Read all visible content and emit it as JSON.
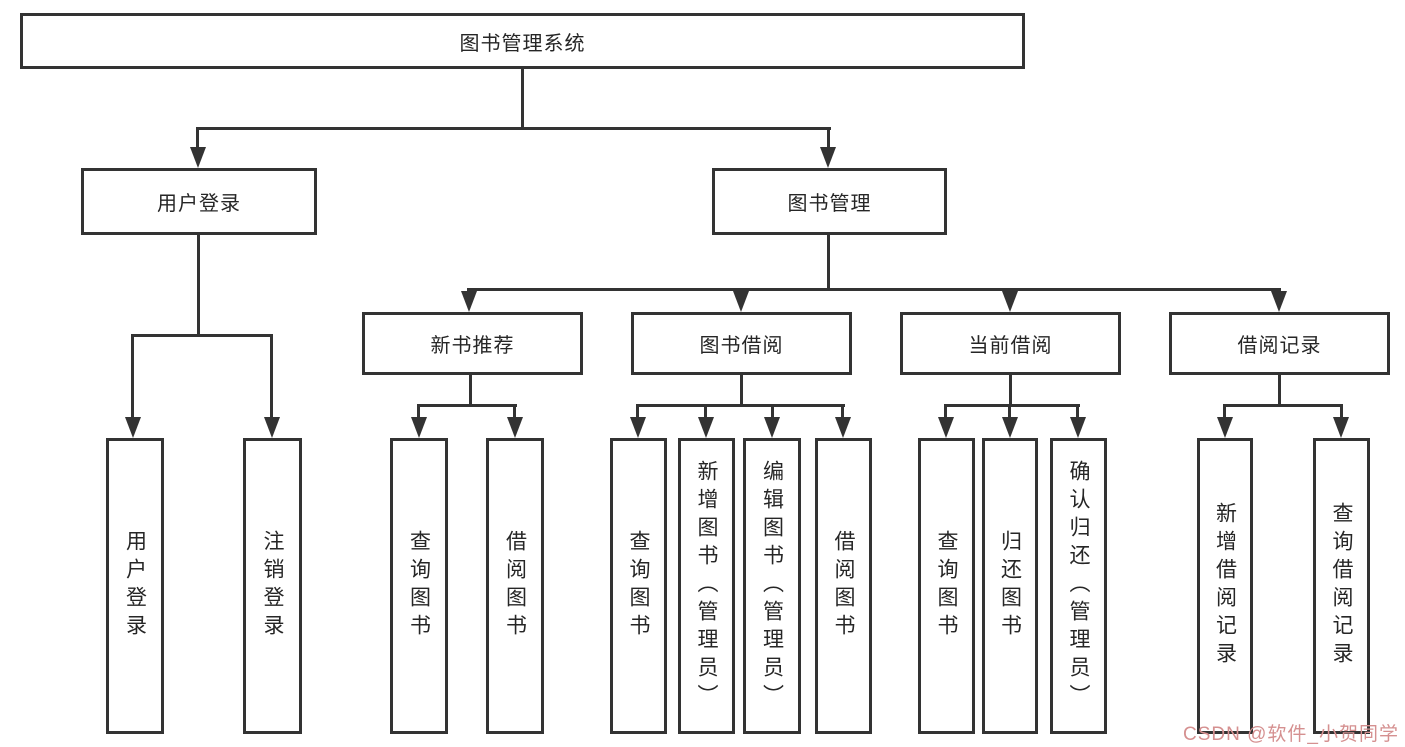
{
  "diagram_title": "图书管理系统",
  "nodes": {
    "root": {
      "label": "图书管理系统"
    },
    "level2": [
      {
        "label": "用户登录"
      },
      {
        "label": "图书管理"
      }
    ],
    "level3": [
      {
        "label": "新书推荐"
      },
      {
        "label": "图书借阅"
      },
      {
        "label": "当前借阅"
      },
      {
        "label": "借阅记录"
      }
    ],
    "leaves": [
      {
        "label": "用户登录"
      },
      {
        "label": "注销登录"
      },
      {
        "label": "查询图书"
      },
      {
        "label": "借阅图书"
      },
      {
        "label": "查询图书"
      },
      {
        "label": "新增图书（管理员）"
      },
      {
        "label": "编辑图书（管理员）"
      },
      {
        "label": "借阅图书"
      },
      {
        "label": "查询图书"
      },
      {
        "label": "归还图书"
      },
      {
        "label": "确认归还（管理员）"
      },
      {
        "label": "新增借阅记录"
      },
      {
        "label": "查询借阅记录"
      }
    ]
  },
  "watermark": {
    "text": "CSDN @软件_小贺同学",
    "color": "#d59090"
  },
  "style": {
    "line_color": "#333333",
    "text_color": "#262626",
    "background": "#ffffff"
  }
}
